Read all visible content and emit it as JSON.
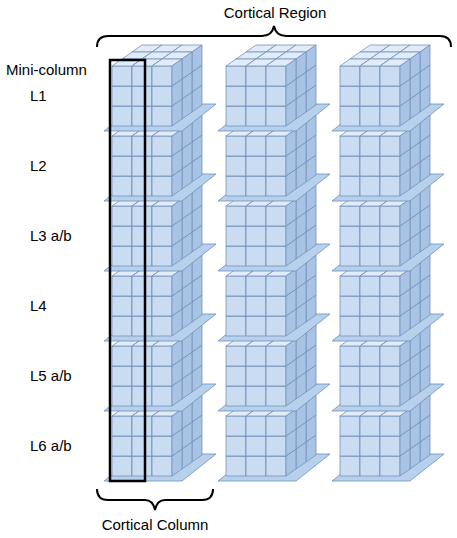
{
  "diagram": {
    "labels": [
      "Cortical Region",
      "Mini-column",
      "L1",
      "L2",
      "L3 a/b",
      "L4",
      "L5 a/b",
      "L6 a/b",
      "Cortical Column"
    ]
  }
}
